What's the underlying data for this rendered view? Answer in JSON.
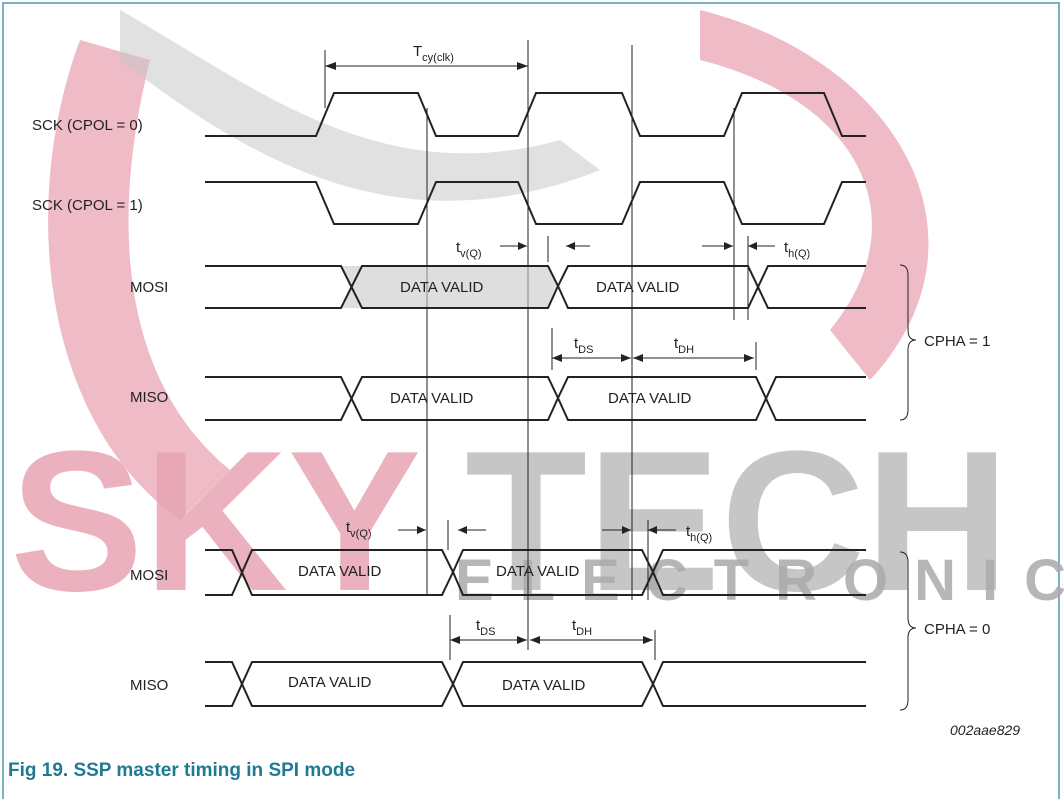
{
  "figure": {
    "caption": "Fig 19.   SSP master timing in SPI mode",
    "figure_id": "002aae829"
  },
  "watermark": {
    "logo_text": "SKY TECH",
    "sub_text": "ELECTRONIC",
    "colors": {
      "red": "#e8a4b3",
      "gray": "#b3b3b3"
    }
  },
  "signals": {
    "sck_cpol0": "SCK (CPOL = 0)",
    "sck_cpol1": "SCK (CPOL = 1)",
    "mosi": "MOSI",
    "miso": "MISO",
    "data_valid": "DATA VALID"
  },
  "timing": {
    "tcy": {
      "main": "T",
      "sub": "cy(clk)"
    },
    "tv": {
      "main": "t",
      "sub": "v(Q)"
    },
    "th": {
      "main": "t",
      "sub": "h(Q)"
    },
    "tds": {
      "main": "t",
      "sub": "DS"
    },
    "tdh": {
      "main": "t",
      "sub": "DH"
    }
  },
  "groups": {
    "cpha1": "CPHA = 1",
    "cpha0": "CPHA = 0"
  }
}
